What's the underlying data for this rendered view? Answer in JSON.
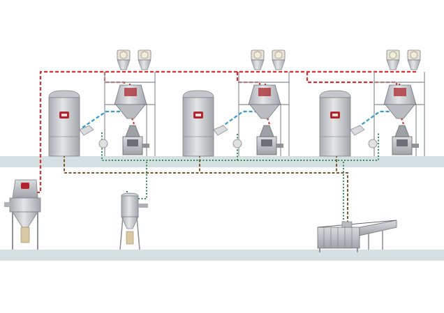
{
  "diagram": {
    "background": "#ffffff",
    "floor_color": "#d6e0e3",
    "machine_metal": "#c9ccd0",
    "machine_dark": "#8e9399",
    "badge_red": "#b3242a",
    "lines": [
      {
        "name": "product-feed-line",
        "color": "#d62f2f",
        "style": "dashed"
      },
      {
        "name": "vacuum-conveying-line",
        "color": "#2e9ad0",
        "style": "dashed"
      },
      {
        "name": "control-bus-line",
        "color": "#2f8f57",
        "style": "dotted"
      },
      {
        "name": "return-line",
        "color": "#7a5a2a",
        "style": "dashed"
      }
    ],
    "stations": [
      {
        "id": "packaging-station-1",
        "hoppers": 2,
        "weigher": "multihead-weigher",
        "bagger": "vertical-form-fill-seal"
      },
      {
        "id": "packaging-station-2",
        "hoppers": 2,
        "weigher": "multihead-weigher",
        "bagger": "vertical-form-fill-seal"
      },
      {
        "id": "packaging-station-3",
        "hoppers": 2,
        "weigher": "multihead-weigher",
        "bagger": "vertical-form-fill-seal"
      }
    ],
    "ground_equipment": [
      {
        "id": "bulk-bag-discharger"
      },
      {
        "id": "vacuum-receiver"
      },
      {
        "id": "inclined-conveyor"
      }
    ],
    "icons": [
      "silo-badge-icon",
      "vacuum-hose-icon"
    ]
  }
}
